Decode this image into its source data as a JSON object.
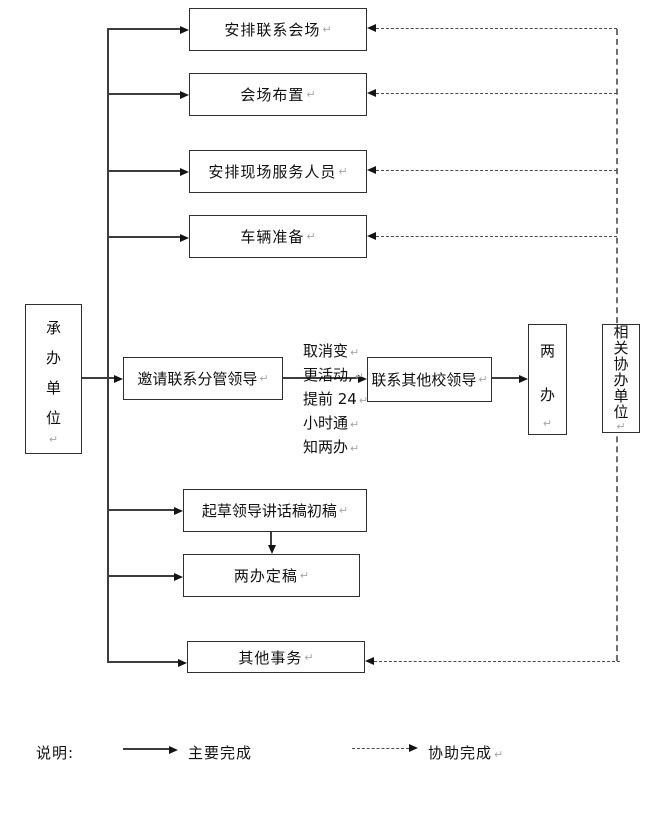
{
  "marks": {
    "return": "↵"
  },
  "nodes": {
    "organizer": "承办单位",
    "arrange_venue": "安排联系会场",
    "venue_setup": "会场布置",
    "onsite_staff": "安排现场服务人员",
    "vehicle_prep": "车辆准备",
    "invite_leader": "邀请联系分管领导",
    "contact_leaders": "联系其他校领导",
    "two_offices": "两办",
    "related_units": "相关协办单位",
    "draft_speech": "起草领导讲话稿初稿",
    "finalize_speech": "两办定稿",
    "other_affairs": "其他事务"
  },
  "note": {
    "lines": [
      "取消变",
      "更活动,",
      "提前 24",
      "小时通",
      "知两办"
    ]
  },
  "legend": {
    "title": "说明:",
    "solid_label": "主要完成",
    "dashed_label": "协助完成"
  }
}
